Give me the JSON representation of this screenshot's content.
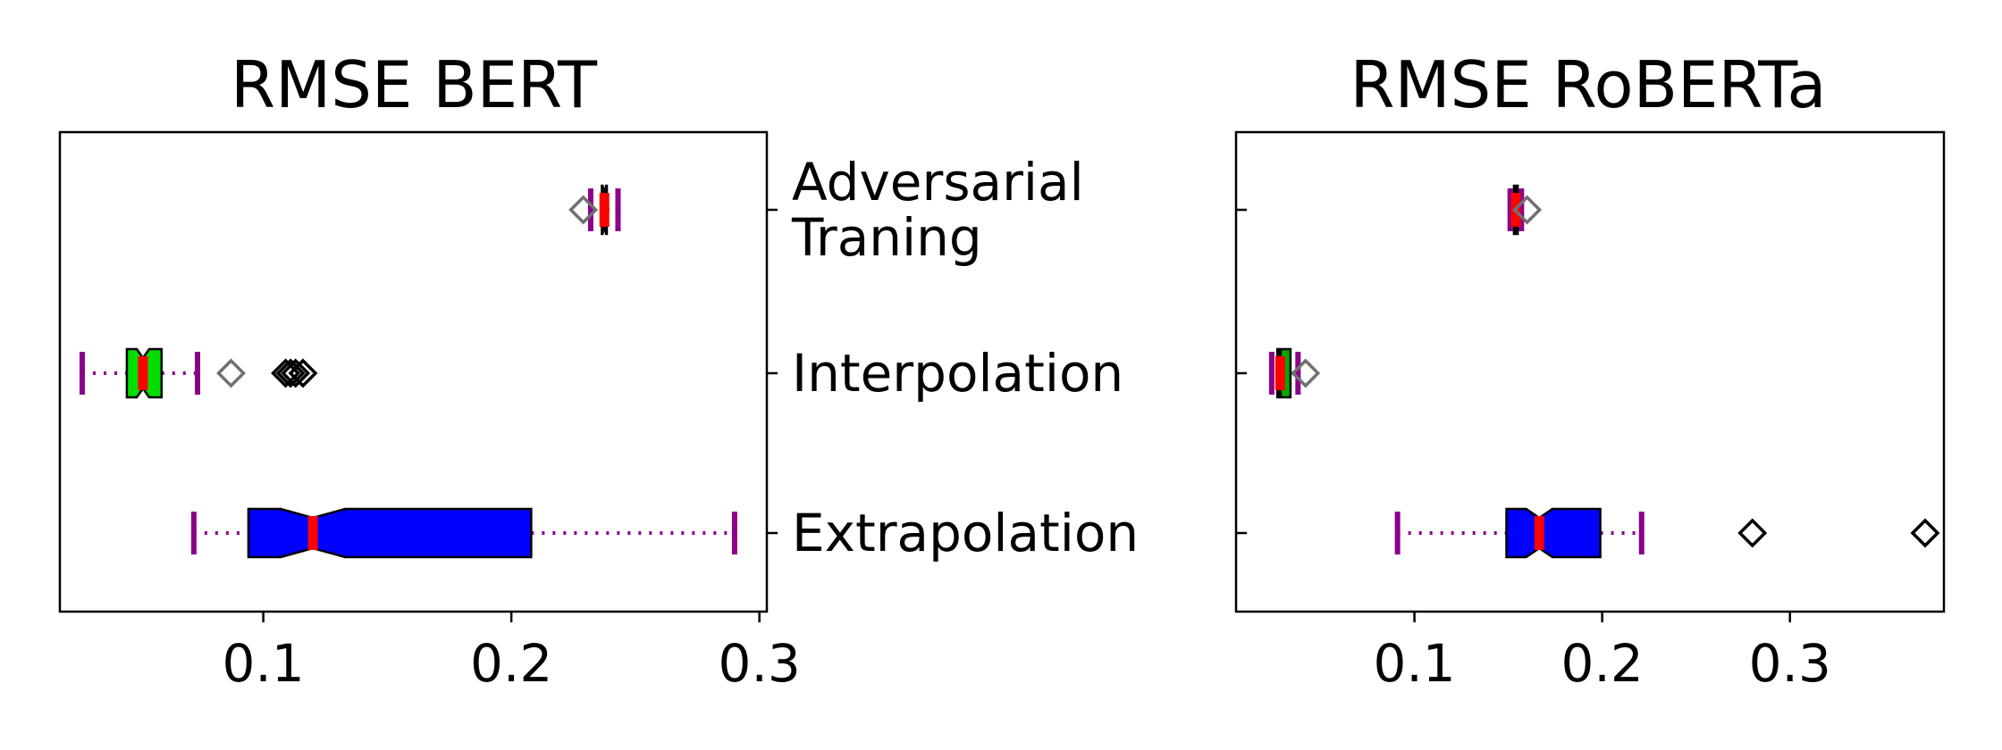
{
  "chart_data": [
    {
      "type": "box",
      "orientation": "horizontal",
      "title": "RMSE BERT",
      "xlabel": "",
      "ylabel": "",
      "xlim": [
        0.018,
        0.303
      ],
      "xticks": [
        0.1,
        0.2,
        0.3
      ],
      "xtick_labels": [
        "0.1",
        "0.2",
        "0.3"
      ],
      "categories": [
        "Adversarial Traning",
        "Interpolation",
        "Extrapolation"
      ],
      "category_label_lines": [
        [
          "Adversarial",
          "Traning"
        ],
        [
          "Interpolation"
        ],
        [
          "Extrapolation"
        ]
      ],
      "tick_labels_side": "right",
      "grid": false,
      "notched": true,
      "series": [
        {
          "whisker_low": 0.232,
          "q1": 0.2365,
          "median": 0.2375,
          "q3": 0.2385,
          "whisker_high": 0.243,
          "notch_low": 0.2368,
          "notch_high": 0.2382,
          "box_color": "#000000",
          "outliers": [
            {
              "value": 0.229,
              "color": "#707070"
            }
          ]
        },
        {
          "whisker_low": 0.027,
          "q1": 0.045,
          "median": 0.0515,
          "q3": 0.059,
          "whisker_high": 0.0735,
          "notch_low": 0.049,
          "notch_high": 0.054,
          "box_color": "#00dd00",
          "outliers": [
            {
              "value": 0.087,
              "color": "#707070"
            },
            {
              "value": 0.109,
              "color": "#000000"
            },
            {
              "value": 0.111,
              "color": "#000000"
            },
            {
              "value": 0.113,
              "color": "#000000"
            },
            {
              "value": 0.116,
              "color": "#000000"
            }
          ]
        },
        {
          "whisker_low": 0.072,
          "q1": 0.094,
          "median": 0.12,
          "q3": 0.208,
          "whisker_high": 0.29,
          "notch_low": 0.107,
          "notch_high": 0.133,
          "box_color": "#0000ff",
          "outliers": []
        }
      ],
      "median_color": "#ff0000",
      "whisker_color": "#8b008b"
    },
    {
      "type": "box",
      "orientation": "horizontal",
      "title": "RMSE RoBERTa",
      "xlabel": "",
      "ylabel": "",
      "xlim": [
        0.005,
        0.382
      ],
      "xticks": [
        0.1,
        0.2,
        0.3
      ],
      "xtick_labels": [
        "0.1",
        "0.2",
        "0.3"
      ],
      "categories": [
        "Adversarial Traning",
        "Interpolation",
        "Extrapolation"
      ],
      "tick_labels_side": "none",
      "grid": false,
      "notched": true,
      "series": [
        {
          "whisker_low": 0.151,
          "q1": 0.153,
          "median": 0.154,
          "q3": 0.155,
          "whisker_high": 0.157,
          "notch_low": 0.1535,
          "notch_high": 0.1545,
          "box_color": "#000000",
          "outliers": [
            {
              "value": 0.16,
              "color": "#707070"
            }
          ]
        },
        {
          "whisker_low": 0.024,
          "q1": 0.027,
          "median": 0.0285,
          "q3": 0.034,
          "whisker_high": 0.038,
          "notch_low": 0.028,
          "notch_high": 0.029,
          "box_color": "#00aa00",
          "outliers": [
            {
              "value": 0.042,
              "color": "#707070"
            }
          ]
        },
        {
          "whisker_low": 0.091,
          "q1": 0.149,
          "median": 0.1665,
          "q3": 0.199,
          "whisker_high": 0.221,
          "notch_low": 0.1595,
          "notch_high": 0.1735,
          "box_color": "#0000ff",
          "outliers": [
            {
              "value": 0.28,
              "color": "#000000"
            },
            {
              "value": 0.372,
              "color": "#000000"
            }
          ]
        }
      ],
      "median_color": "#ff0000",
      "whisker_color": "#8b008b"
    }
  ]
}
